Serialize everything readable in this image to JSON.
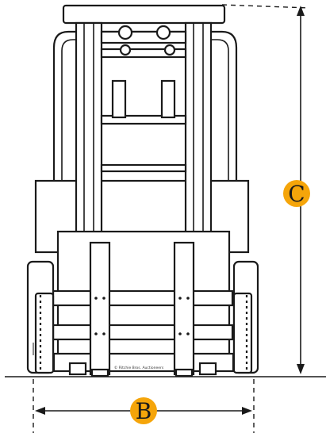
{
  "diagram": {
    "labels": {
      "height_marker": "C",
      "width_marker": "B"
    },
    "copyright": "© Ritchie Bros. Auctioneers",
    "colors": {
      "badge": "#f5a50a",
      "line": "#1a1a1a",
      "background": "#ffffff"
    }
  }
}
